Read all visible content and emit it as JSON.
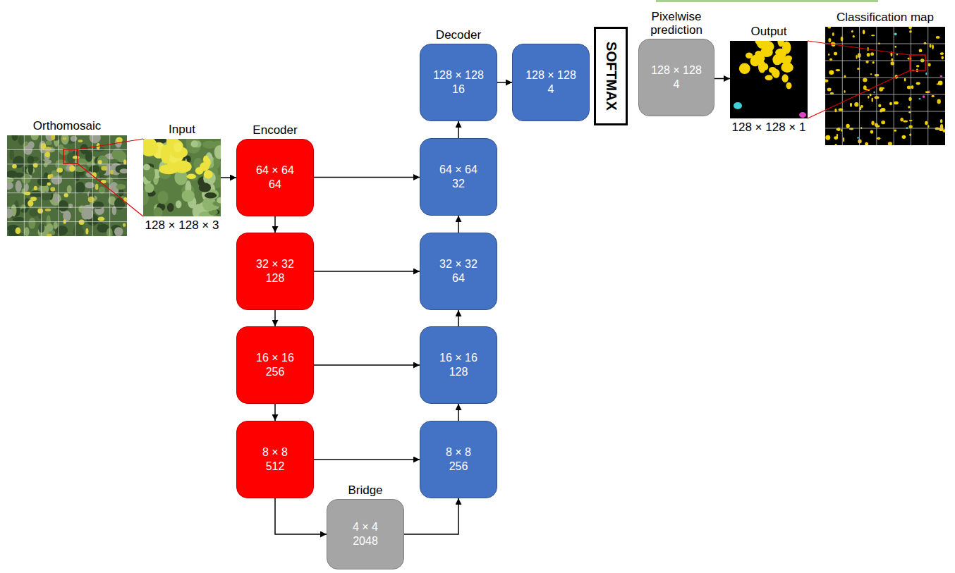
{
  "diagram": {
    "nodes": [
      {
        "text": [
          "Orthomosaic"
        ]
      },
      {
        "text": [
          "Input",
          "128 × 128 × 3"
        ]
      },
      {
        "text": [
          "Encoder",
          "64 × 64",
          "64"
        ]
      },
      {
        "text": [
          "32 × 32",
          "128"
        ]
      },
      {
        "text": [
          "16 × 16",
          "256"
        ]
      },
      {
        "text": [
          "8 × 8",
          "512"
        ]
      },
      {
        "text": [
          "Bridge",
          "4 × 4",
          "2048"
        ]
      },
      {
        "text": [
          "8 × 8",
          "256"
        ]
      },
      {
        "text": [
          "16 × 16",
          "128"
        ]
      },
      {
        "text": [
          "32 × 32",
          "64"
        ]
      },
      {
        "text": [
          "64 × 64",
          "32"
        ]
      },
      {
        "text": [
          "Decoder",
          "128 × 128",
          "16"
        ]
      },
      {
        "text": [
          "128 × 128",
          "4"
        ]
      },
      {
        "text": [
          "SOFTMAX"
        ]
      },
      {
        "text": [
          "Pixelwise prediction",
          "128 × 128",
          "4"
        ]
      },
      {
        "text": [
          "Output",
          "128 × 128 × 1"
        ]
      },
      {
        "text": [
          "Classification map"
        ]
      }
    ],
    "edges": [
      {
        "from": 1,
        "to": 2,
        "arrow": "to"
      },
      {
        "from": 2,
        "to": 3,
        "arrow": "to"
      },
      {
        "from": 3,
        "to": 4,
        "arrow": "to"
      },
      {
        "from": 4,
        "to": 5,
        "arrow": "to"
      },
      {
        "from": 5,
        "to": 6,
        "arrow": "to"
      },
      {
        "from": 6,
        "to": 7,
        "arrow": "to"
      },
      {
        "from": 5,
        "to": 7,
        "arrow": "to"
      },
      {
        "from": 4,
        "to": 8,
        "arrow": "to"
      },
      {
        "from": 3,
        "to": 9,
        "arrow": "to"
      },
      {
        "from": 2,
        "to": 10,
        "arrow": "to"
      },
      {
        "from": 7,
        "to": 8,
        "arrow": "to"
      },
      {
        "from": 8,
        "to": 9,
        "arrow": "to"
      },
      {
        "from": 9,
        "to": 10,
        "arrow": "to"
      },
      {
        "from": 10,
        "to": 11,
        "arrow": "to"
      },
      {
        "from": 11,
        "to": 12,
        "arrow": "to"
      },
      {
        "from": 14,
        "to": 15,
        "arrow": "to"
      }
    ]
  }
}
